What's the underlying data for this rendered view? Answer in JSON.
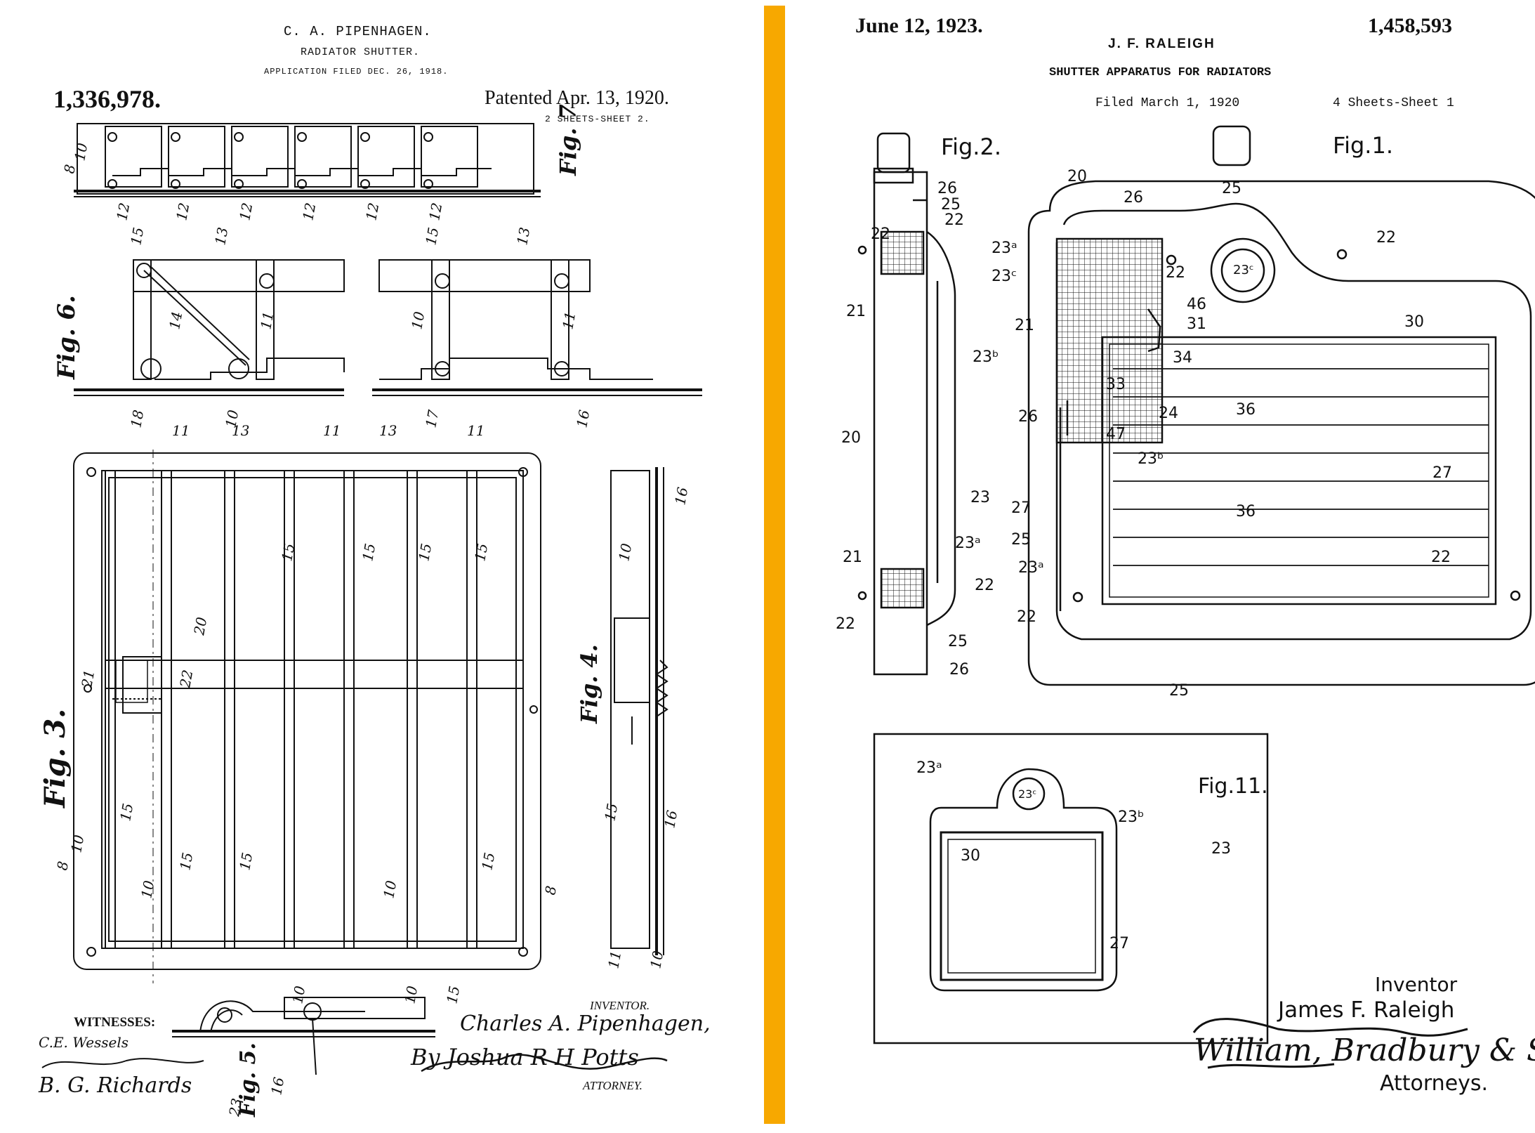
{
  "divider_color": "#F7A800",
  "left_patent": {
    "inventor_header": "C. A. PIPENHAGEN.",
    "title": "RADIATOR SHUTTER.",
    "application": "APPLICATION FILED DEC. 26, 1918.",
    "number": "1,336,978.",
    "patented": "Patented Apr. 13, 1920.",
    "sheets": "2 SHEETS-SHEET 2.",
    "figures": {
      "fig7": "Fig. 7",
      "fig6": "Fig. 6.",
      "fig3": "Fig. 3.",
      "fig4": "Fig. 4.",
      "fig5": "Fig. 5."
    },
    "witnesses_label": "WITNESSES:",
    "witness_1": "C.E. Wessels",
    "witness_2": "B. G. Richards",
    "inventor_label": "INVENTOR.",
    "inventor_signature": "Charles A. Pipenhagen,",
    "by_signature": "By Joshua R H Potts",
    "attorney_label": "ATTORNEY."
  },
  "right_patent": {
    "date": "June 12, 1923.",
    "number": "1,458,593",
    "inventor_header": "J. F. RALEIGH",
    "title": "SHUTTER APPARATUS FOR RADIATORS",
    "filed": "Filed March 1, 1920",
    "sheets": "4 Sheets-Sheet 1",
    "figures": {
      "fig2": "Fig.2.",
      "fig1": "Fig.1.",
      "fig11": "Fig.11."
    },
    "inventor_label": "Inventor",
    "inventor_name": "James F. Raleigh",
    "by_signature": "William, Bradbury & See",
    "attorneys_label": "Attorneys."
  }
}
